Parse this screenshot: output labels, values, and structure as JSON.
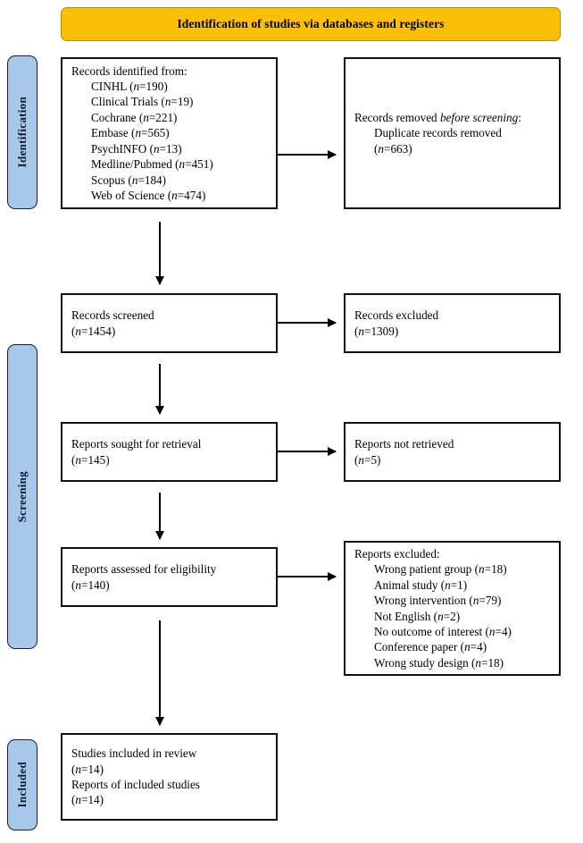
{
  "banner": {
    "title": "Identification of studies via databases and registers"
  },
  "colors": {
    "banner_bg": "#FCBF07",
    "banner_border": "#C08A05",
    "stage_bg": "#A7C8E9",
    "stage_border": "#12223A",
    "box_border": "#111111",
    "text": "#000000"
  },
  "stages": [
    {
      "id": "identification",
      "label": "Identification"
    },
    {
      "id": "screening",
      "label": "Screening"
    },
    {
      "id": "included",
      "label": "Included"
    }
  ],
  "boxes": {
    "identified": {
      "heading": "Records identified from:",
      "items": [
        {
          "source": "CINHL",
          "n": "190"
        },
        {
          "source": "Clinical Trials",
          "n": "19"
        },
        {
          "source": "Cochrane",
          "n": "221"
        },
        {
          "source": "Embase",
          "n": "565"
        },
        {
          "source": "PsychINFO",
          "n": "13"
        },
        {
          "source": "Medline/Pubmed",
          "n": "451"
        },
        {
          "source": "Scopus",
          "n": "184"
        },
        {
          "source": "Web of Science",
          "n": "474"
        }
      ]
    },
    "removed": {
      "heading_plain": "Records removed ",
      "heading_italic": "before screening",
      "heading_tail": ":",
      "item": "Duplicate records removed",
      "n": "663"
    },
    "screened": {
      "label": "Records screened",
      "n": "1454"
    },
    "excluded": {
      "label": "Records excluded",
      "n": "1309"
    },
    "sought": {
      "label": "Reports sought for retrieval",
      "n": "145"
    },
    "not_retrieved": {
      "label": "Reports not retrieved",
      "n": "5"
    },
    "eligibility": {
      "label": "Reports assessed for eligibility",
      "n": "140"
    },
    "reports_excluded": {
      "heading": "Reports excluded:",
      "items": [
        {
          "reason": "Wrong patient group",
          "n": "18"
        },
        {
          "reason": "Animal study",
          "n": "1"
        },
        {
          "reason": "Wrong intervention",
          "n": "79"
        },
        {
          "reason": "Not English",
          "n": "2"
        },
        {
          "reason": "No outcome of interest",
          "n": "4"
        },
        {
          "reason": "Conference paper",
          "n": "4"
        },
        {
          "reason": "Wrong study design",
          "n": "18"
        }
      ]
    },
    "included": {
      "line1": "Studies included in review",
      "n1": "14",
      "line2": "Reports of included studies",
      "n2": "14"
    }
  },
  "connectors": [
    {
      "id": "identified-to-removed",
      "direction": "right"
    },
    {
      "id": "screened-to-excluded",
      "direction": "right"
    },
    {
      "id": "sought-to-not-retrieved",
      "direction": "right"
    },
    {
      "id": "eligibility-to-reports-excluded",
      "direction": "right"
    },
    {
      "id": "identified-to-screened",
      "direction": "down"
    },
    {
      "id": "screened-to-sought",
      "direction": "down"
    },
    {
      "id": "sought-to-eligibility",
      "direction": "down"
    },
    {
      "id": "eligibility-to-included",
      "direction": "down"
    }
  ]
}
